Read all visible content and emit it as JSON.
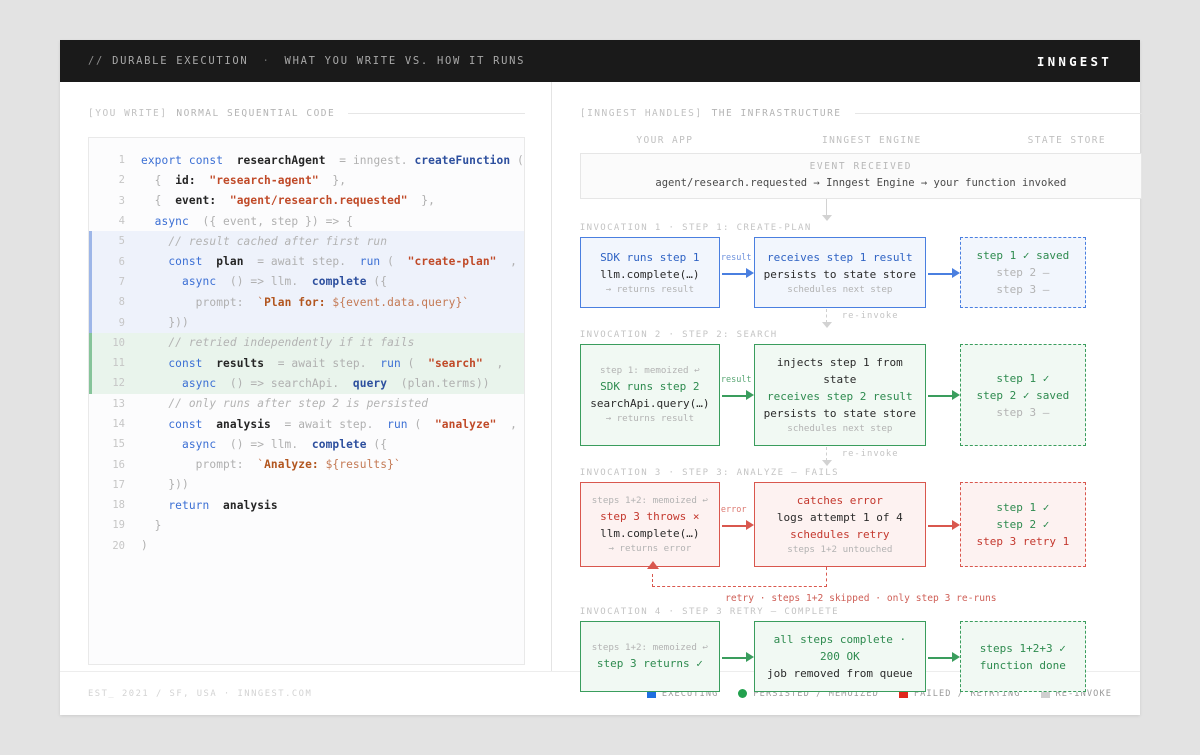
{
  "header": {
    "slash": "//",
    "title": "DURABLE EXECUTION",
    "dot": "·",
    "subtitle": "WHAT YOU WRITE VS. HOW IT RUNS",
    "brand": "INNGEST"
  },
  "left": {
    "tag": "[YOU WRITE]",
    "label": "NORMAL SEQUENTIAL CODE",
    "lines": [
      {
        "n": "1",
        "hl": "none",
        "parts": [
          {
            "t": "export",
            "c": "kw"
          },
          {
            "t": " ",
            "c": "pl"
          },
          {
            "t": "const",
            "c": "kw"
          },
          {
            "t": "  ",
            "c": "pl"
          },
          {
            "t": "researchAgent",
            "c": "var"
          },
          {
            "t": "  = ",
            "c": "pl"
          },
          {
            "t": "inngest.",
            "c": "pl"
          },
          {
            "t": " ",
            "c": "pl"
          },
          {
            "t": "createFunction",
            "c": "fn"
          },
          {
            "t": " (",
            "c": "pl"
          }
        ]
      },
      {
        "n": "2",
        "hl": "none",
        "parts": [
          {
            "t": "  {  ",
            "c": "pl"
          },
          {
            "t": "id:",
            "c": "var"
          },
          {
            "t": "  ",
            "c": "pl"
          },
          {
            "t": "\"research-agent\"",
            "c": "str"
          },
          {
            "t": "  },",
            "c": "pl"
          }
        ]
      },
      {
        "n": "3",
        "hl": "none",
        "parts": [
          {
            "t": "  {  ",
            "c": "pl"
          },
          {
            "t": "event:",
            "c": "var"
          },
          {
            "t": "  ",
            "c": "pl"
          },
          {
            "t": "\"agent/research.requested\"",
            "c": "str"
          },
          {
            "t": "  },",
            "c": "pl"
          }
        ]
      },
      {
        "n": "4",
        "hl": "none",
        "parts": [
          {
            "t": "  ",
            "c": "pl"
          },
          {
            "t": "async",
            "c": "kw"
          },
          {
            "t": "  ({ event, step }) => {",
            "c": "pl"
          }
        ]
      },
      {
        "n": "5",
        "hl": "blue",
        "parts": [
          {
            "t": "    // result cached after first run",
            "c": "cmt"
          }
        ]
      },
      {
        "n": "6",
        "hl": "blue",
        "parts": [
          {
            "t": "    ",
            "c": "pl"
          },
          {
            "t": "const",
            "c": "kw"
          },
          {
            "t": "  ",
            "c": "pl"
          },
          {
            "t": "plan",
            "c": "var"
          },
          {
            "t": "  = ",
            "c": "pl"
          },
          {
            "t": "await step.",
            "c": "pl"
          },
          {
            "t": "  ",
            "c": "pl"
          },
          {
            "t": "run",
            "c": "kw"
          },
          {
            "t": " (  ",
            "c": "pl"
          },
          {
            "t": "\"create-plan\"",
            "c": "str"
          },
          {
            "t": "  ,",
            "c": "pl"
          }
        ]
      },
      {
        "n": "7",
        "hl": "blue",
        "parts": [
          {
            "t": "      ",
            "c": "pl"
          },
          {
            "t": "async",
            "c": "kw"
          },
          {
            "t": "  () => ",
            "c": "pl"
          },
          {
            "t": "llm.",
            "c": "pl"
          },
          {
            "t": "  ",
            "c": "pl"
          },
          {
            "t": "complete",
            "c": "fn"
          },
          {
            "t": " ({",
            "c": "pl"
          }
        ]
      },
      {
        "n": "8",
        "hl": "blue",
        "parts": [
          {
            "t": "        prompt:",
            "c": "pl"
          },
          {
            "t": "  ",
            "c": "pl"
          },
          {
            "t": "`",
            "c": "tpl"
          },
          {
            "t": "Plan for:",
            "c": "tplb"
          },
          {
            "t": " ${event.data.query}`",
            "c": "tpl"
          }
        ]
      },
      {
        "n": "9",
        "hl": "blue",
        "parts": [
          {
            "t": "    }))",
            "c": "pl"
          }
        ]
      },
      {
        "n": "10",
        "hl": "green",
        "parts": [
          {
            "t": "    // retried independently if it fails",
            "c": "cmt"
          }
        ]
      },
      {
        "n": "11",
        "hl": "green",
        "parts": [
          {
            "t": "    ",
            "c": "pl"
          },
          {
            "t": "const",
            "c": "kw"
          },
          {
            "t": "  ",
            "c": "pl"
          },
          {
            "t": "results",
            "c": "var"
          },
          {
            "t": "  = ",
            "c": "pl"
          },
          {
            "t": "await step.",
            "c": "pl"
          },
          {
            "t": "  ",
            "c": "pl"
          },
          {
            "t": "run",
            "c": "kw"
          },
          {
            "t": " (  ",
            "c": "pl"
          },
          {
            "t": "\"search\"",
            "c": "str"
          },
          {
            "t": "  ,",
            "c": "pl"
          }
        ]
      },
      {
        "n": "12",
        "hl": "green",
        "parts": [
          {
            "t": "      ",
            "c": "pl"
          },
          {
            "t": "async",
            "c": "kw"
          },
          {
            "t": "  () => ",
            "c": "pl"
          },
          {
            "t": "searchApi.",
            "c": "pl"
          },
          {
            "t": "  ",
            "c": "pl"
          },
          {
            "t": "query",
            "c": "fn"
          },
          {
            "t": "  (plan.terms))",
            "c": "pl"
          }
        ]
      },
      {
        "n": "13",
        "hl": "none",
        "parts": [
          {
            "t": "    // only runs after step 2 is persisted",
            "c": "cmt"
          }
        ]
      },
      {
        "n": "14",
        "hl": "none",
        "parts": [
          {
            "t": "    ",
            "c": "pl"
          },
          {
            "t": "const",
            "c": "kw"
          },
          {
            "t": "  ",
            "c": "pl"
          },
          {
            "t": "analysis",
            "c": "var"
          },
          {
            "t": "  = ",
            "c": "pl"
          },
          {
            "t": "await step.",
            "c": "pl"
          },
          {
            "t": "  ",
            "c": "pl"
          },
          {
            "t": "run",
            "c": "kw"
          },
          {
            "t": " (  ",
            "c": "pl"
          },
          {
            "t": "\"analyze\"",
            "c": "str"
          },
          {
            "t": "  ,",
            "c": "pl"
          }
        ]
      },
      {
        "n": "15",
        "hl": "none",
        "parts": [
          {
            "t": "      ",
            "c": "pl"
          },
          {
            "t": "async",
            "c": "kw"
          },
          {
            "t": "  () => ",
            "c": "pl"
          },
          {
            "t": "llm.",
            "c": "pl"
          },
          {
            "t": "  ",
            "c": "pl"
          },
          {
            "t": "complete",
            "c": "fn"
          },
          {
            "t": " ({",
            "c": "pl"
          }
        ]
      },
      {
        "n": "16",
        "hl": "none",
        "parts": [
          {
            "t": "        prompt:",
            "c": "pl"
          },
          {
            "t": "  ",
            "c": "pl"
          },
          {
            "t": "`",
            "c": "tpl"
          },
          {
            "t": "Analyze:",
            "c": "tplb"
          },
          {
            "t": " ${results}`",
            "c": "tpl"
          }
        ]
      },
      {
        "n": "17",
        "hl": "none",
        "parts": [
          {
            "t": "    }))",
            "c": "pl"
          }
        ]
      },
      {
        "n": "18",
        "hl": "none",
        "parts": [
          {
            "t": "    ",
            "c": "pl"
          },
          {
            "t": "return",
            "c": "kw"
          },
          {
            "t": "  ",
            "c": "pl"
          },
          {
            "t": "analysis",
            "c": "var"
          }
        ]
      },
      {
        "n": "19",
        "hl": "none",
        "parts": [
          {
            "t": "  }",
            "c": "pl"
          }
        ]
      },
      {
        "n": "20",
        "hl": "none",
        "parts": [
          {
            "t": ")",
            "c": "pl"
          }
        ]
      }
    ]
  },
  "right": {
    "tag": "[INNGEST HANDLES]",
    "label": "THE INFRASTRUCTURE",
    "columns": [
      "YOUR APP",
      "INNGEST ENGINE",
      "STATE STORE"
    ],
    "event": {
      "title": "EVENT RECEIVED",
      "detail": "agent/research.requested → Inngest Engine → your function invoked"
    },
    "reinvoke_label": "re-invoke",
    "invocations": [
      {
        "label": "INVOCATION 1 · STEP 1: CREATE-PLAN",
        "color": "blue",
        "arrow_label": "result",
        "app": [
          {
            "t": "SDK runs step 1",
            "s": "l1 t-blue"
          },
          {
            "t": "llm.complete(…)",
            "s": "l1 t-dark"
          },
          {
            "t": "→ returns result",
            "s": "l2 t-mute"
          }
        ],
        "engine": [
          {
            "t": "receives step 1 result",
            "s": "l1 t-blue"
          },
          {
            "t": "persists to state store",
            "s": "l1 t-dark"
          },
          {
            "t": "schedules next step",
            "s": "l2 t-mute"
          }
        ],
        "store": [
          {
            "t": "step 1 ✓ saved",
            "s": "l1 t-green"
          },
          {
            "t": "step 2 —",
            "s": "l1 t-mute"
          },
          {
            "t": "step 3 —",
            "s": "l1 t-mute"
          }
        ]
      },
      {
        "label": "INVOCATION 2 · STEP 2: SEARCH",
        "color": "green",
        "arrow_label": "result",
        "app": [
          {
            "t": "step 1: memoized ↩",
            "s": "l2 t-mute"
          },
          {
            "t": "SDK runs step 2",
            "s": "l1 t-green"
          },
          {
            "t": "searchApi.query(…)",
            "s": "l1 t-dark"
          },
          {
            "t": "→ returns result",
            "s": "l2 t-mute"
          }
        ],
        "engine": [
          {
            "t": "injects step 1 from state",
            "s": "l1 t-dark"
          },
          {
            "t": "receives step 2 result",
            "s": "l1 t-green"
          },
          {
            "t": "persists to state store",
            "s": "l1 t-dark"
          },
          {
            "t": "schedules next step",
            "s": "l2 t-mute"
          }
        ],
        "store": [
          {
            "t": "step 1 ✓",
            "s": "l1 t-green"
          },
          {
            "t": "step 2 ✓ saved",
            "s": "l1 t-green"
          },
          {
            "t": "step 3 —",
            "s": "l1 t-mute"
          }
        ]
      },
      {
        "label": "INVOCATION 3 · STEP 3: ANALYZE — FAILS",
        "color": "red",
        "arrow_label": "error",
        "app": [
          {
            "t": "steps 1+2: memoized ↩",
            "s": "l2 t-mute"
          },
          {
            "t": "step 3 throws ×",
            "s": "l1 t-red"
          },
          {
            "t": "llm.complete(…)",
            "s": "l1 t-dark"
          },
          {
            "t": "→ returns error",
            "s": "l2 t-mute"
          }
        ],
        "engine": [
          {
            "t": "catches error",
            "s": "l1 t-red"
          },
          {
            "t": "logs attempt 1 of 4",
            "s": "l1 t-dark"
          },
          {
            "t": "schedules retry",
            "s": "l1 t-red"
          },
          {
            "t": "steps 1+2 untouched",
            "s": "l2 t-mute"
          }
        ],
        "store": [
          {
            "t": "step 1 ✓",
            "s": "l1 t-green"
          },
          {
            "t": "step 2 ✓",
            "s": "l1 t-green"
          },
          {
            "t": "step 3 retry 1",
            "s": "l1 t-red"
          }
        ]
      },
      {
        "label": "INVOCATION 4 · STEP 3 RETRY — COMPLETE",
        "color": "green",
        "arrow_label": "",
        "app": [
          {
            "t": "steps 1+2: memoized ↩",
            "s": "l2 t-mute"
          },
          {
            "t": "step 3 returns ✓",
            "s": "l1 t-green"
          }
        ],
        "engine": [
          {
            "t": "all steps complete · 200 OK",
            "s": "l1 t-green"
          },
          {
            "t": "job removed from queue",
            "s": "l1 t-dark"
          }
        ],
        "store": [
          {
            "t": "steps 1+2+3 ✓",
            "s": "l1 t-green"
          },
          {
            "t": "function done",
            "s": "l1 t-green"
          }
        ]
      }
    ],
    "retry_note": "retry · steps 1+2 skipped · only step 3 re-runs"
  },
  "footer": {
    "meta": "EST_ 2021 / SF, USA  ·  INNGEST.COM",
    "legend": [
      {
        "label": "EXECUTING",
        "color": "#1f6fe0",
        "shape": "square"
      },
      {
        "label": "PERSISTED / MEMOIZED",
        "color": "#22a14e",
        "shape": "circle"
      },
      {
        "label": "FAILED / RETRYING",
        "color": "#e0271c",
        "shape": "square"
      },
      {
        "label": "RE-INVOKE",
        "color": "#cfcfcf",
        "shape": "square"
      }
    ]
  }
}
